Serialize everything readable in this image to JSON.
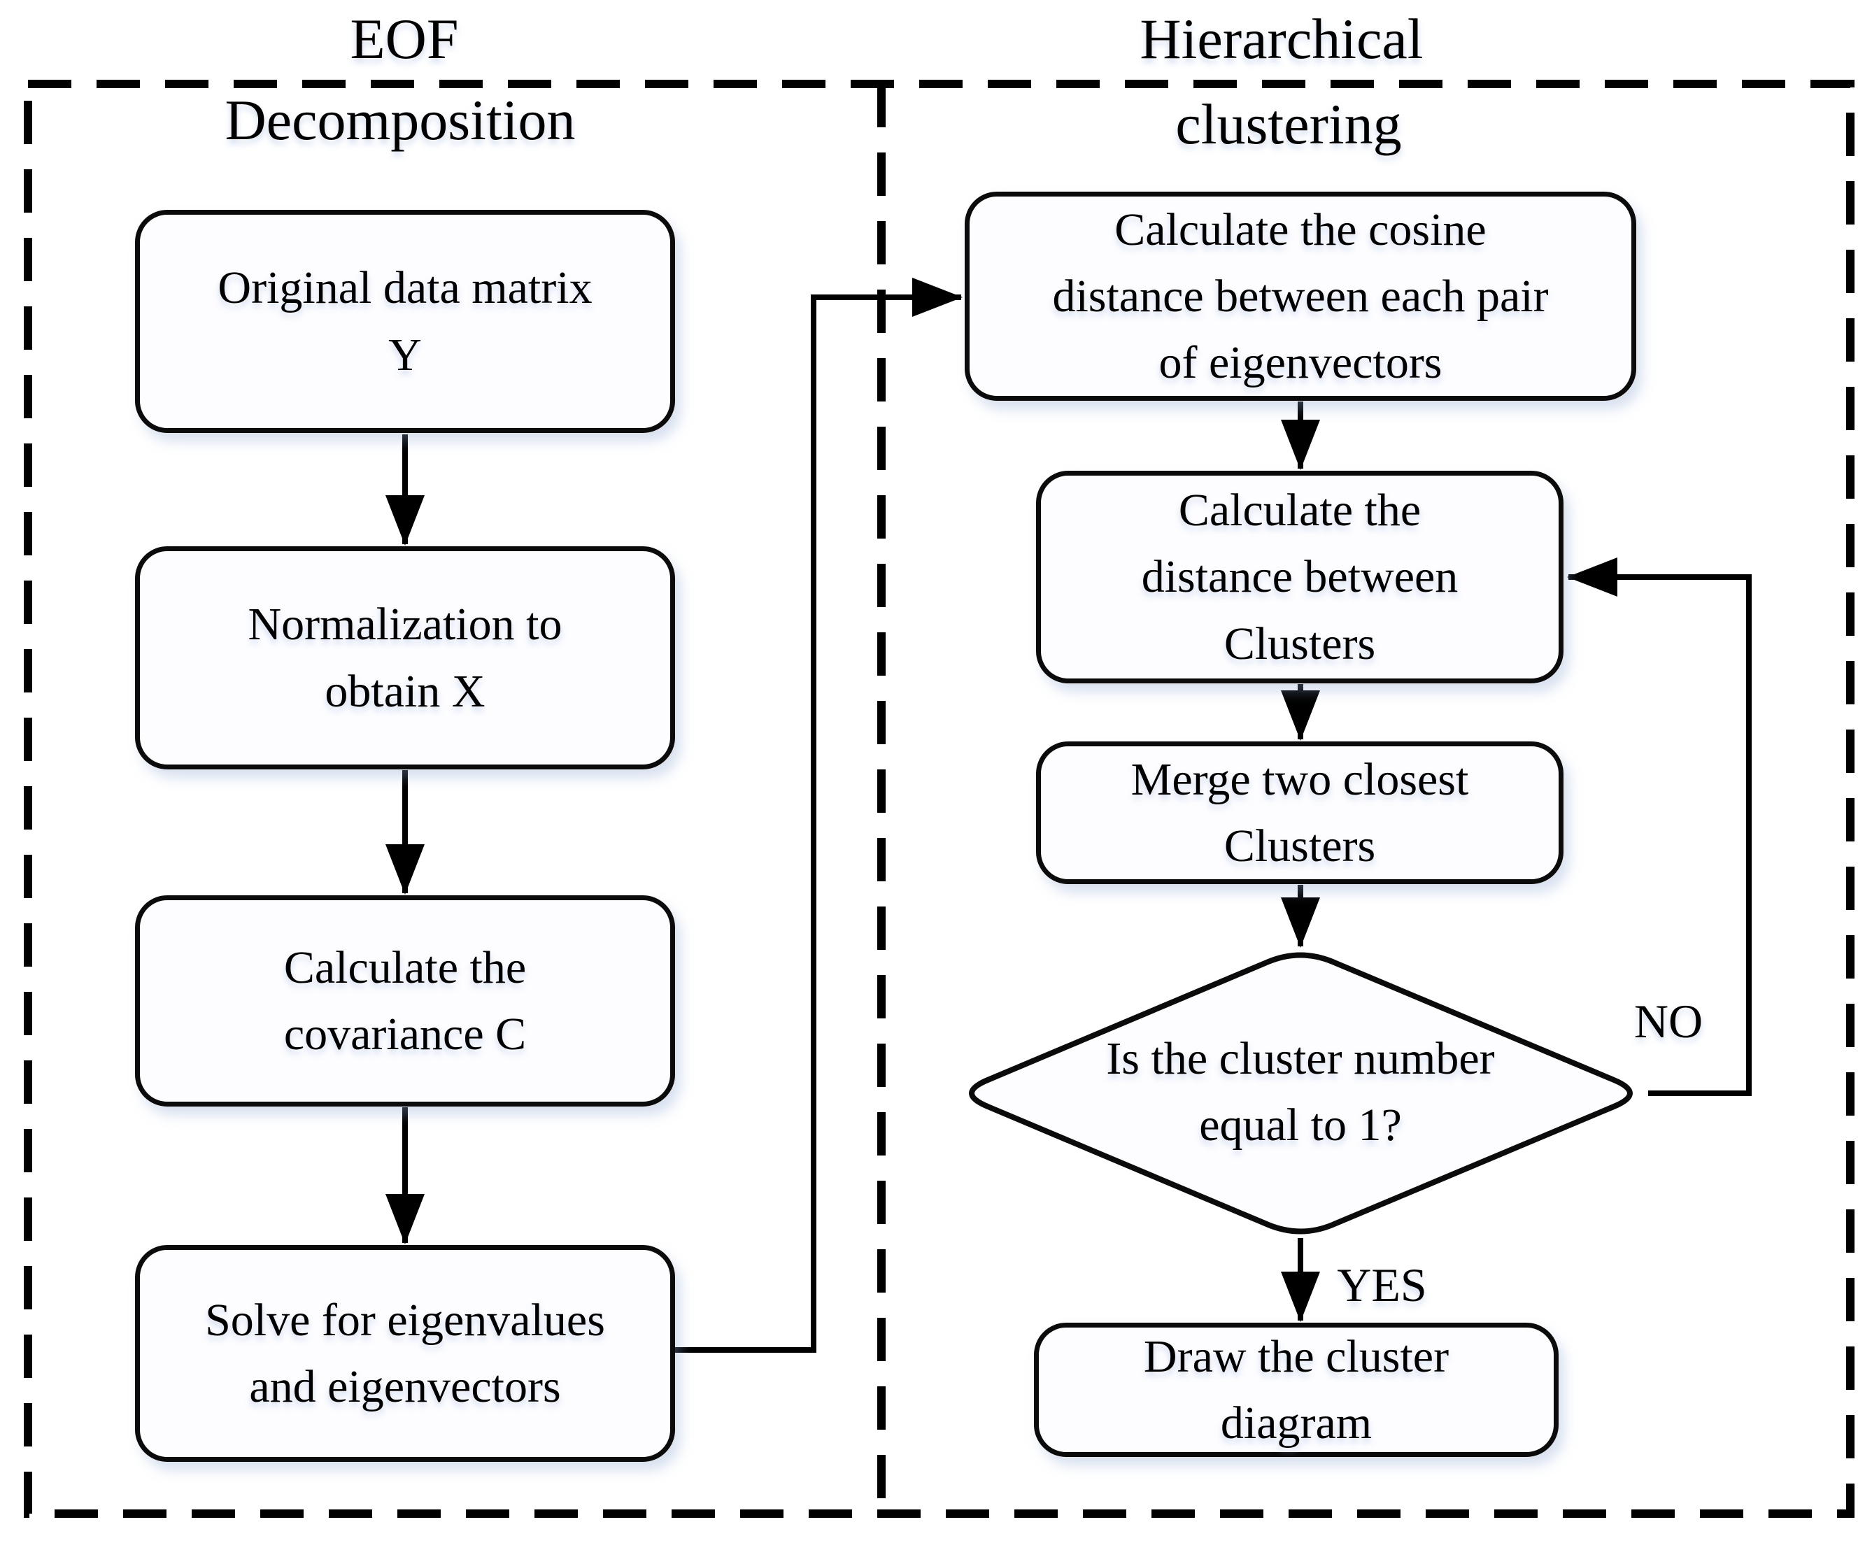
{
  "diagram": {
    "sections": [
      {
        "id": "eof-decomposition",
        "title_lines": [
          "EOF",
          "Decomposition"
        ]
      },
      {
        "id": "hierarchical-clustering",
        "title_lines": [
          "Hierarchical",
          "clustering"
        ]
      }
    ],
    "nodes": [
      {
        "id": "original-data",
        "shape": "rounded-rect",
        "label": "Original data matrix\nY"
      },
      {
        "id": "normalization",
        "shape": "rounded-rect",
        "label": "Normalization to\nobtain X"
      },
      {
        "id": "covariance",
        "shape": "rounded-rect",
        "label": "Calculate the\ncovariance C"
      },
      {
        "id": "solve-eigen",
        "shape": "rounded-rect",
        "label": "Solve for eigenvalues\nand eigenvectors"
      },
      {
        "id": "cosine-distance",
        "shape": "rounded-rect",
        "label": "Calculate the cosine\ndistance between each pair\nof eigenvectors"
      },
      {
        "id": "cluster-distance",
        "shape": "rounded-rect",
        "label": "Calculate the\ndistance between\nClusters"
      },
      {
        "id": "merge-clusters",
        "shape": "rounded-rect",
        "label": "Merge two closest\nClusters"
      },
      {
        "id": "cluster-decision",
        "shape": "diamond",
        "label": "Is the cluster number\nequal to 1?"
      },
      {
        "id": "draw-diagram",
        "shape": "rounded-rect",
        "label": "Draw the cluster\ndiagram"
      }
    ],
    "edge_labels": {
      "no": "NO",
      "yes": "YES"
    },
    "colors": {
      "ink": "#000000",
      "background": "#ffffff"
    }
  }
}
